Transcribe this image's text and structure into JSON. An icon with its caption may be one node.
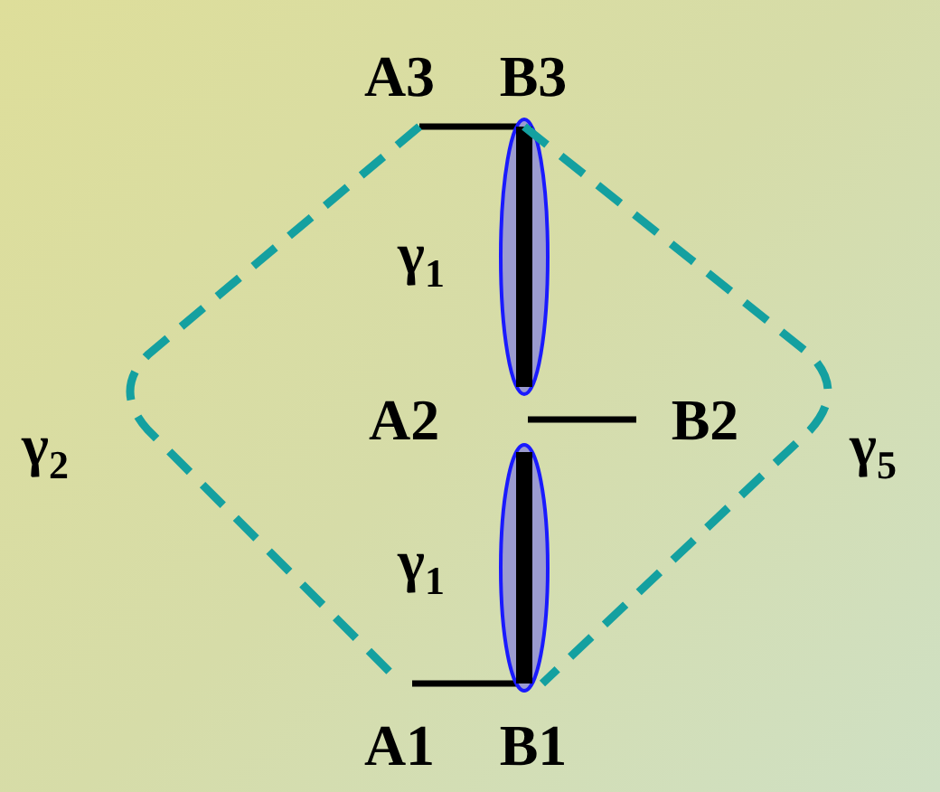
{
  "diagram": {
    "nodes": [
      {
        "text": [
          "A3"
        ]
      },
      {
        "text": [
          "B3"
        ]
      },
      {
        "text": [
          "A2"
        ]
      },
      {
        "text": [
          "B2"
        ]
      },
      {
        "text": [
          "A1"
        ]
      },
      {
        "text": [
          "B1"
        ]
      }
    ],
    "edges": [
      {
        "from": 0,
        "to": 1,
        "arrow": "none"
      },
      {
        "from": 2,
        "to": 3,
        "arrow": "none"
      },
      {
        "from": 4,
        "to": 5,
        "arrow": "none"
      },
      {
        "from": 1,
        "to": 2,
        "arrow": "none",
        "label": "γ$_{1}$",
        "style": "thick"
      },
      {
        "from": 2,
        "to": 5,
        "arrow": "none",
        "label": "γ$_{1}$",
        "style": "thick"
      },
      {
        "from": 0,
        "to": 4,
        "arrow": "none",
        "label": "γ$_{2}$",
        "style": "dashed",
        "color": "#14a0a0"
      },
      {
        "from": 1,
        "to": 5,
        "arrow": "none",
        "label": "γ$_{5}$",
        "style": "dashed",
        "color": "#14a0a0"
      }
    ]
  }
}
